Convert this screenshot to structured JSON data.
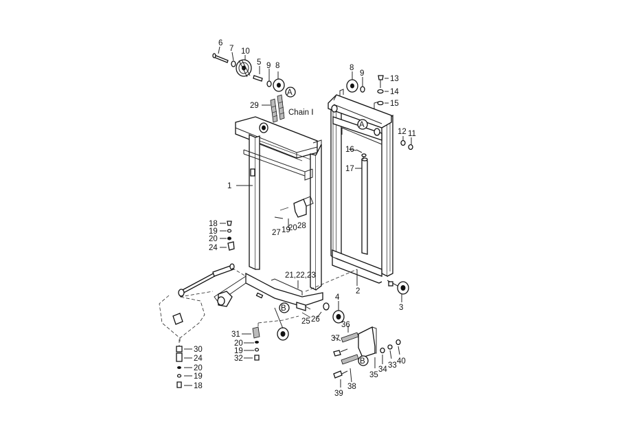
{
  "diagram": {
    "callouts": {
      "c1": "1",
      "c2": "2",
      "c3": "3",
      "c4": "4",
      "c5": "5",
      "c6": "6",
      "c7": "7",
      "c8a": "8",
      "c8b": "8",
      "c9a": "9",
      "c9b": "9",
      "c10": "10",
      "c11": "11",
      "c12": "12",
      "c13": "13",
      "c14": "14",
      "c15": "15",
      "c16": "16",
      "c17": "17",
      "c18a": "18",
      "c19a": "19",
      "c20a": "20",
      "c24a": "24",
      "c27": "27",
      "c19b": "19",
      "c20b": "20",
      "c28": "28",
      "c21": "21,22,23",
      "c26": "26",
      "c25": "25",
      "c29": "29",
      "chain": "Chain Ⅰ",
      "c30": "30",
      "c24b": "24",
      "c20c": "20",
      "c19c": "19",
      "c18b": "18",
      "c31": "31",
      "c20d": "20",
      "c19d": "19",
      "c32": "32",
      "c36": "36",
      "c37": "37",
      "c35": "35",
      "c34": "34",
      "c33": "33",
      "c40": "40",
      "c39": "39",
      "c38": "38"
    },
    "circle_marks": {
      "a1": "A",
      "a2": "A",
      "b1": "B",
      "b2": "B"
    }
  }
}
